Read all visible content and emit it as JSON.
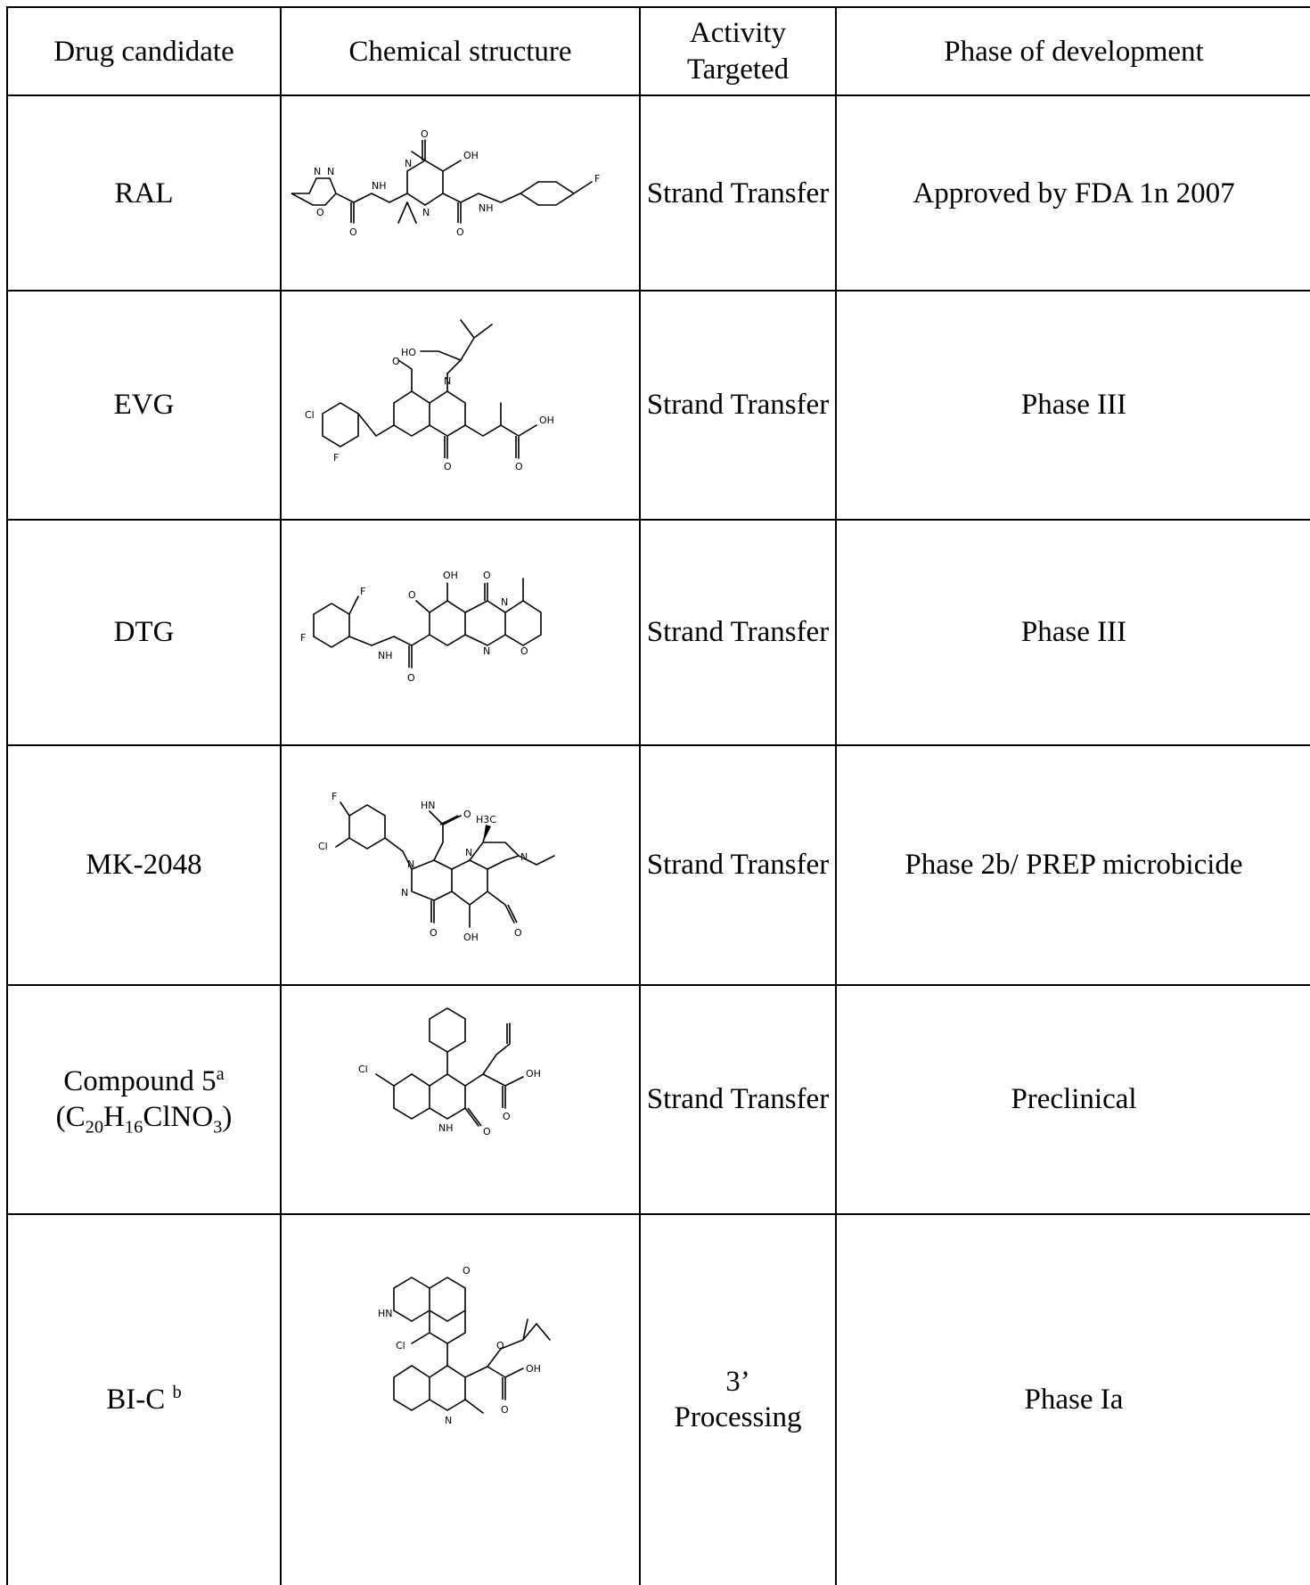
{
  "headers": {
    "drug": "Drug candidate",
    "structure": "Chemical structure",
    "activity": "Activity Targeted",
    "phase": "Phase of development"
  },
  "rows": [
    {
      "drug": "RAL",
      "activity": "Strand Transfer",
      "phase": "Approved by FDA 1n 2007",
      "atoms": {
        "n1": "N",
        "n2": "N",
        "o1": "O",
        "nh1": "NH",
        "n3": "N",
        "n4": "N",
        "o2": "O",
        "o3": "O",
        "oh": "OH",
        "nh2": "NH",
        "o4": "O",
        "f": "F"
      }
    },
    {
      "drug": "EVG",
      "activity": "Strand Transfer",
      "phase": "Phase III",
      "atoms": {
        "ho": "HO",
        "o1": "O",
        "n": "N",
        "cl": "Cl",
        "f": "F",
        "o2": "O",
        "o3": "O",
        "oh": "OH"
      }
    },
    {
      "drug": "DTG",
      "activity": "Strand Transfer",
      "phase": "Phase III",
      "atoms": {
        "f1": "F",
        "f2": "F",
        "nh": "NH",
        "o1": "O",
        "oh": "OH",
        "o2": "O",
        "n1": "N",
        "o3": "O",
        "n2": "N",
        "o4": "O"
      }
    },
    {
      "drug": "MK-2048",
      "activity": "Strand Transfer",
      "phase": "Phase 2b/ PREP microbicide",
      "atoms": {
        "hn": "HN",
        "o1": "O",
        "h3c": "H3C",
        "f": "F",
        "cl": "Cl",
        "n1": "N",
        "n2": "N",
        "n3": "N",
        "n4": "N",
        "o2": "O",
        "oh": "OH",
        "o3": "O"
      }
    },
    {
      "drug": "Compound 5",
      "drug_sup": "a",
      "drug_formula": "(C20H16ClNO3)",
      "activity": "Strand Transfer",
      "phase": "Preclinical",
      "atoms": {
        "cl": "Cl",
        "oh": "OH",
        "o1": "O",
        "nh": "NH",
        "o2": "O"
      }
    },
    {
      "drug": "BI-C",
      "drug_sup": "b",
      "activity": "3’ Processing",
      "phase": "Phase Ia",
      "atoms": {
        "o1": "O",
        "hn": "HN",
        "cl": "Cl",
        "o2": "O",
        "oh": "OH",
        "o3": "O",
        "n": "N"
      }
    }
  ]
}
